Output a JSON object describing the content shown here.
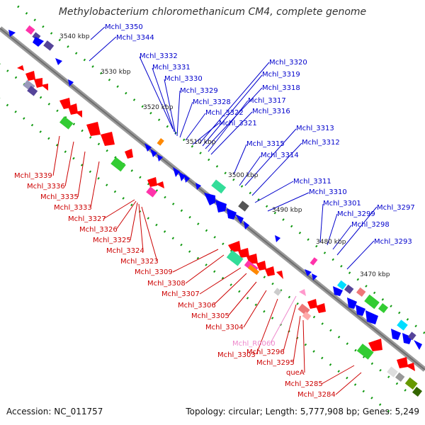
{
  "title": "Methylobacterium chloromethanicum CM4, complete genome",
  "accession": "Accession: NC_011757",
  "topology": "Topology: circular; Length: 5,777,908 bp; Genes: 5,249",
  "colors": {
    "forward": "#ff0000",
    "reverse": "#0000ff",
    "rna": "#ff99cc",
    "backbone": "#808080",
    "tick": "#119911"
  },
  "kbp_markers": [
    "3540 kbp",
    "3530 kbp",
    "3520 kbp",
    "3510 kbp",
    "3500 kbp",
    "3490 kbp",
    "3480 kbp",
    "3470 kbp"
  ],
  "upper_labels": [
    "Mchl_3350",
    "Mchl_3344",
    "Mchl_3332",
    "Mchl_3331",
    "Mchl_3330",
    "Mchl_3329",
    "Mchl_3328",
    "Mchl_3322",
    "Mchl_3321",
    "Mchl_3320",
    "Mchl_3319",
    "Mchl_3318",
    "Mchl_3317",
    "Mchl_3316",
    "Mchl_3315",
    "Mchl_3314",
    "Mchl_3313",
    "Mchl_3312",
    "Mchl_3311",
    "Mchl_3310",
    "Mchl_3301",
    "Mchl_3299",
    "Mchl_3298",
    "Mchl_3297",
    "Mchl_3293"
  ],
  "lower_labels": [
    "Mchl_3339",
    "Mchl_3336",
    "Mchl_3335",
    "Mchl_3333",
    "Mchl_3327",
    "Mchl_3326",
    "Mchl_3325",
    "Mchl_3324",
    "Mchl_3323",
    "Mchl_3309",
    "Mchl_3308",
    "Mchl_3307",
    "Mchl_3306",
    "Mchl_3305",
    "Mchl_3304",
    "Mchl_3303",
    "Mchl_R0060",
    "Mchl_3296",
    "Mchl_3295",
    "queA",
    "Mchl_3285",
    "Mchl_3284"
  ]
}
